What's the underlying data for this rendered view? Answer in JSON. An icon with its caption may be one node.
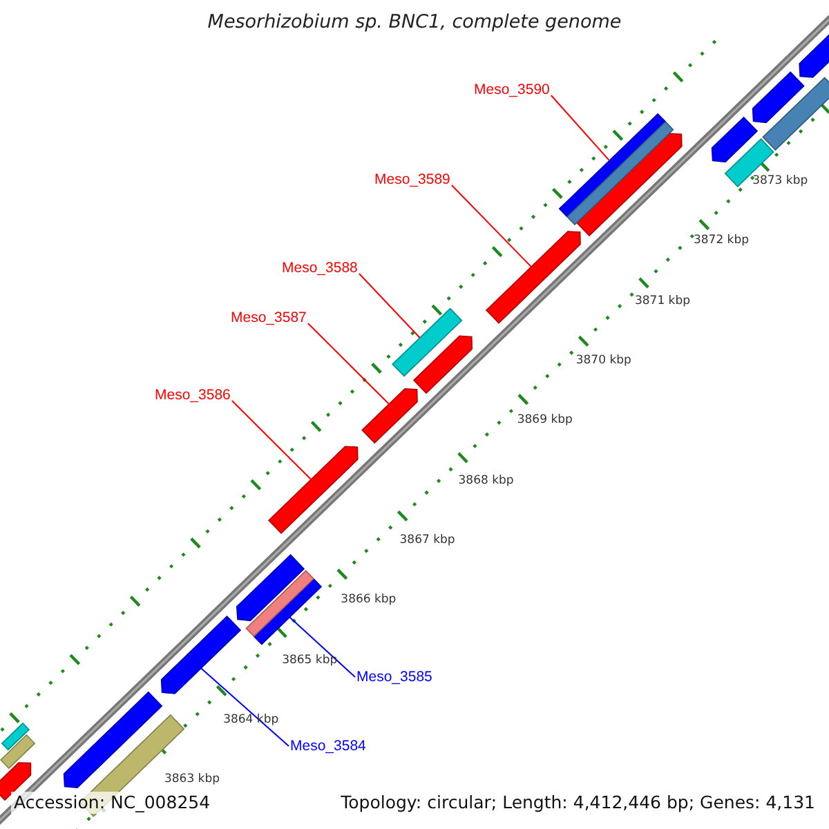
{
  "diagram": {
    "title": "Mesorhizobium sp. BNC1, complete genome",
    "nodes": [
      {
        "text": [
          "Meso_3590"
        ]
      },
      {
        "text": [
          "Meso_3589"
        ]
      },
      {
        "text": [
          "Meso_3588"
        ]
      },
      {
        "text": [
          "Meso_3587"
        ]
      },
      {
        "text": [
          "Meso_3586"
        ]
      },
      {
        "text": [
          "Meso_3585"
        ]
      },
      {
        "text": [
          "Meso_3584"
        ]
      },
      {
        "text": [],
        "shape": "bar"
      },
      {
        "text": [],
        "shape": "bar"
      },
      {
        "text": [],
        "shape": "bar"
      },
      {
        "text": [],
        "shape": "bar"
      },
      {
        "text": [],
        "shape": "bar"
      },
      {
        "text": [],
        "shape": "bar"
      },
      {
        "text": [],
        "shape": "bar"
      },
      {
        "text": [],
        "shape": "bar"
      },
      {
        "text": [],
        "shape": "bar"
      },
      {
        "text": [],
        "shape": "bar"
      },
      {
        "text": [],
        "shape": "bar"
      },
      {
        "text": [],
        "shape": "bar"
      },
      {
        "text": [],
        "shape": "bar"
      },
      {
        "text": [],
        "shape": "bar"
      },
      {
        "text": [],
        "shape": "bar"
      },
      {
        "text": [],
        "shape": "bar"
      },
      {
        "text": [],
        "shape": "bar"
      },
      {
        "text": [],
        "shape": "bar"
      },
      {
        "text": [],
        "shape": "bar"
      },
      {
        "text": [],
        "shape": "bar"
      },
      {
        "text": [],
        "shape": "bar"
      },
      {
        "text": [],
        "shape": "bar"
      }
    ],
    "edges": [
      {
        "from": 0,
        "to": 7,
        "arrow": "none"
      },
      {
        "from": 1,
        "to": 8,
        "arrow": "none"
      },
      {
        "from": 2,
        "to": 9,
        "arrow": "none"
      },
      {
        "from": 3,
        "to": 10,
        "arrow": "none"
      },
      {
        "from": 4,
        "to": 11,
        "arrow": "none"
      },
      {
        "from": 5,
        "to": 12,
        "arrow": "none",
        "color": "#0000ff"
      },
      {
        "from": 6,
        "to": 13,
        "arrow": "none",
        "color": "#0000ff"
      }
    ],
    "labels": [
      "3873 kbp",
      "3872 kbp",
      "3871 kbp",
      "3870 kbp",
      "3869 kbp",
      "3868 kbp",
      "3867 kbp",
      "3866 kbp",
      "3865 kbp",
      "3864 kbp",
      "3863 kbp",
      "Accession: NC_008254",
      "Topology: circular; Length: 4,412,446 bp; Genes: 4,131"
    ]
  }
}
